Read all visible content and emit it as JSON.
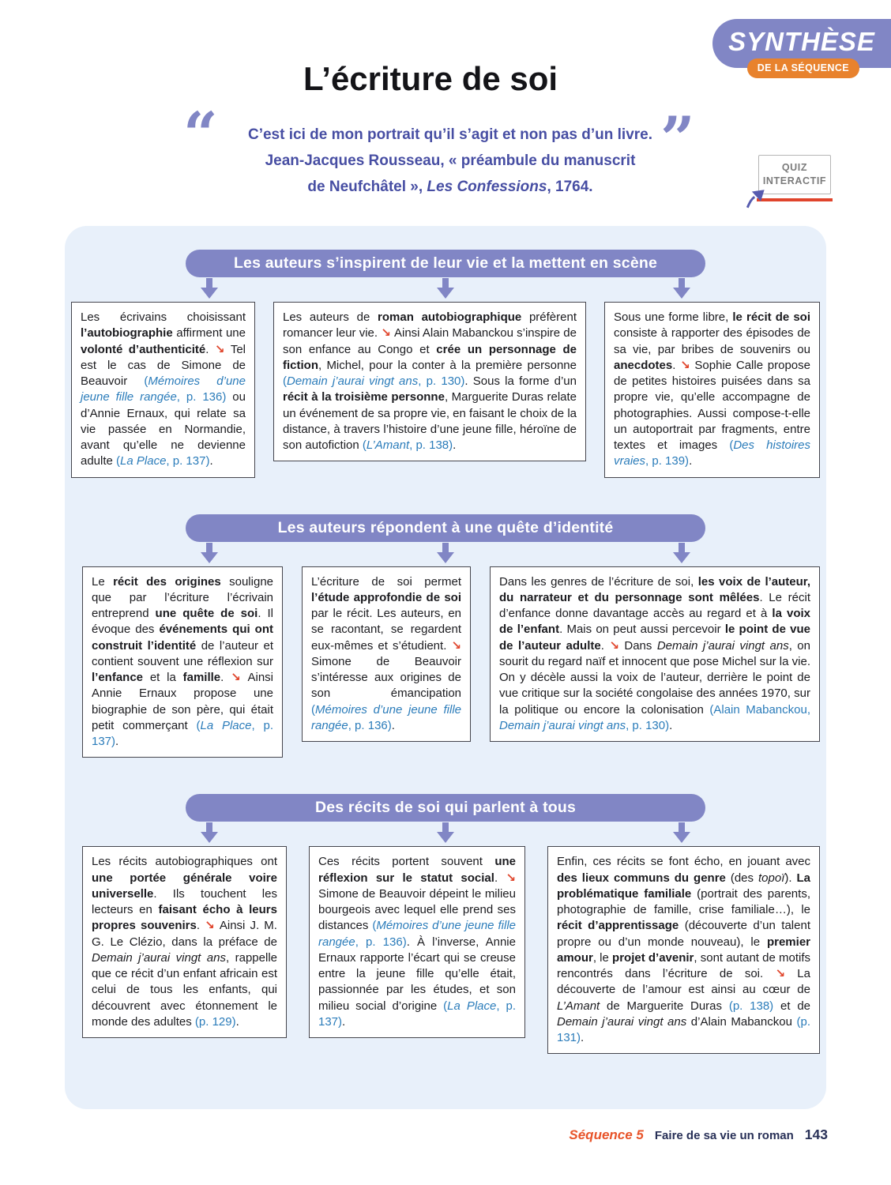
{
  "badge": {
    "title": "SYNTHÈSE",
    "subtitle": "DE LA SÉQUENCE"
  },
  "title": "L’écriture de soi",
  "quote": {
    "open_mark": "“",
    "close_mark": "”",
    "text": "C’est ici de mon portrait qu’il s’agit et non pas d’un livre.",
    "attribution_line1": "Jean-Jacques Rousseau, « préambule du manuscrit",
    "attribution_line2_pre": "de Neufchâtel », ",
    "attribution_work": "Les Confessions",
    "attribution_line2_post": ", 1764."
  },
  "quiz": {
    "label_line1": "QUIZ",
    "label_line2": "INTERACTIF"
  },
  "sections": [
    {
      "header": "Les auteurs s’inspirent de leur vie et la mettent en scène",
      "boxes": [
        {
          "segments": [
            {
              "t": "Les écrivains choisissant ",
              "s": "n"
            },
            {
              "t": "l’autobiographie",
              "s": "b"
            },
            {
              "t": " affirment une ",
              "s": "n"
            },
            {
              "t": "volonté d’authenticité",
              "s": "b"
            },
            {
              "t": ". ",
              "s": "n"
            },
            {
              "t": "↘ ",
              "s": "a"
            },
            {
              "t": "Tel est le cas de Simone de Beauvoir ",
              "s": "n"
            },
            {
              "t": "(",
              "s": "ref"
            },
            {
              "t": "Mémoires d’une jeune fille rangée",
              "s": "refi"
            },
            {
              "t": ", p. 136)",
              "s": "ref"
            },
            {
              "t": " ou d’Annie Ernaux, qui relate sa vie passée en Normandie, avant qu’elle ne devienne adulte ",
              "s": "n"
            },
            {
              "t": "(",
              "s": "ref"
            },
            {
              "t": "La Place",
              "s": "refi"
            },
            {
              "t": ", p. 137)",
              "s": "ref"
            },
            {
              "t": ".",
              "s": "n"
            }
          ]
        },
        {
          "segments": [
            {
              "t": "Les auteurs de ",
              "s": "n"
            },
            {
              "t": "roman autobiographique",
              "s": "b"
            },
            {
              "t": " préfèrent romancer leur vie. ",
              "s": "n"
            },
            {
              "t": "↘ ",
              "s": "a"
            },
            {
              "t": "Ainsi Alain Mabanckou s’inspire de son enfance au Congo et ",
              "s": "n"
            },
            {
              "t": "crée un personnage de fiction",
              "s": "b"
            },
            {
              "t": ", Michel, pour la conter à la première personne ",
              "s": "n"
            },
            {
              "t": "(",
              "s": "ref"
            },
            {
              "t": "Demain j’aurai vingt ans",
              "s": "refi"
            },
            {
              "t": ", p. 130)",
              "s": "ref"
            },
            {
              "t": ". Sous la forme d’un ",
              "s": "n"
            },
            {
              "t": "récit à la troisième personne",
              "s": "b"
            },
            {
              "t": ", Marguerite Duras relate un événement de sa propre vie, en faisant le choix de la distance, à travers l’histoire d’une jeune fille, héroïne de son autofiction ",
              "s": "n"
            },
            {
              "t": "(",
              "s": "ref"
            },
            {
              "t": "L’Amant",
              "s": "refi"
            },
            {
              "t": ", p. 138)",
              "s": "ref"
            },
            {
              "t": ".",
              "s": "n"
            }
          ]
        },
        {
          "segments": [
            {
              "t": "Sous une forme libre, ",
              "s": "n"
            },
            {
              "t": "le récit de soi",
              "s": "b"
            },
            {
              "t": " consiste à rapporter des épisodes de sa vie, par bribes de souvenirs ou ",
              "s": "n"
            },
            {
              "t": "anecdotes",
              "s": "b"
            },
            {
              "t": ". ",
              "s": "n"
            },
            {
              "t": "↘ ",
              "s": "a"
            },
            {
              "t": "Sophie Calle propose de petites histoires puisées dans sa propre vie, qu’elle accompagne de photographies. Aussi compose-t-elle un autoportrait par fragments, entre textes et images ",
              "s": "n"
            },
            {
              "t": "(",
              "s": "ref"
            },
            {
              "t": "Des histoires vraies",
              "s": "refi"
            },
            {
              "t": ", p. 139)",
              "s": "ref"
            },
            {
              "t": ".",
              "s": "n"
            }
          ]
        }
      ]
    },
    {
      "header": "Les auteurs répondent à une quête d’identité",
      "boxes": [
        {
          "segments": [
            {
              "t": "Le ",
              "s": "n"
            },
            {
              "t": "récit des origines",
              "s": "b"
            },
            {
              "t": " souligne que par l’écriture l’écrivain entreprend ",
              "s": "n"
            },
            {
              "t": "une quête de soi",
              "s": "b"
            },
            {
              "t": ". Il évoque des ",
              "s": "n"
            },
            {
              "t": "événements qui ont construit l’identité",
              "s": "b"
            },
            {
              "t": " de l’auteur et contient souvent une réflexion sur ",
              "s": "n"
            },
            {
              "t": "l’enfance",
              "s": "b"
            },
            {
              "t": " et la ",
              "s": "n"
            },
            {
              "t": "famille",
              "s": "b"
            },
            {
              "t": ". ",
              "s": "n"
            },
            {
              "t": "↘ ",
              "s": "a"
            },
            {
              "t": "Ainsi Annie Ernaux propose une biographie de son père, qui était petit commerçant ",
              "s": "n"
            },
            {
              "t": "(",
              "s": "ref"
            },
            {
              "t": "La Place",
              "s": "refi"
            },
            {
              "t": ", p. 137)",
              "s": "ref"
            },
            {
              "t": ".",
              "s": "n"
            }
          ]
        },
        {
          "segments": [
            {
              "t": "L’écriture de soi permet ",
              "s": "n"
            },
            {
              "t": "l’étude approfondie de soi",
              "s": "b"
            },
            {
              "t": " par le récit. Les auteurs, en se racontant, se regardent eux-mêmes et s’étudient. ",
              "s": "n"
            },
            {
              "t": "↘ ",
              "s": "a"
            },
            {
              "t": "Simone de Beauvoir s’intéresse aux origines de son émancipation ",
              "s": "n"
            },
            {
              "t": "(",
              "s": "ref"
            },
            {
              "t": "Mémoires d’une jeune fille rangée",
              "s": "refi"
            },
            {
              "t": ", p. 136)",
              "s": "ref"
            },
            {
              "t": ".",
              "s": "n"
            }
          ]
        },
        {
          "segments": [
            {
              "t": "Dans les genres de l’écriture de soi, ",
              "s": "n"
            },
            {
              "t": "les voix de l’auteur, du narrateur et du personnage sont mêlées",
              "s": "b"
            },
            {
              "t": ". Le récit d’enfance donne davantage accès au regard et à ",
              "s": "n"
            },
            {
              "t": "la voix de l’enfant",
              "s": "b"
            },
            {
              "t": ". Mais on peut aussi percevoir ",
              "s": "n"
            },
            {
              "t": "le point de vue de l’auteur adulte",
              "s": "b"
            },
            {
              "t": ". ",
              "s": "n"
            },
            {
              "t": "↘ ",
              "s": "a"
            },
            {
              "t": "Dans ",
              "s": "n"
            },
            {
              "t": "Demain j’aurai vingt ans",
              "s": "i"
            },
            {
              "t": ", on sourit du regard naïf et innocent que pose Michel sur la vie. On y décèle aussi la voix de l’auteur, derrière le point de vue critique sur la société congolaise des années 1970, sur la politique ou encore la colonisation ",
              "s": "n"
            },
            {
              "t": "(Alain Mabanckou, ",
              "s": "ref"
            },
            {
              "t": "Demain j’aurai vingt ans",
              "s": "refi"
            },
            {
              "t": ", p. 130)",
              "s": "ref"
            },
            {
              "t": ".",
              "s": "n"
            }
          ]
        }
      ]
    },
    {
      "header": "Des récits de soi qui parlent à tous",
      "boxes": [
        {
          "segments": [
            {
              "t": "Les récits autobiographiques ont ",
              "s": "n"
            },
            {
              "t": "une portée générale voire universelle",
              "s": "b"
            },
            {
              "t": ". Ils touchent les lecteurs en ",
              "s": "n"
            },
            {
              "t": "faisant écho à leurs propres souvenirs",
              "s": "b"
            },
            {
              "t": ". ",
              "s": "n"
            },
            {
              "t": "↘ ",
              "s": "a"
            },
            {
              "t": "Ainsi J. M. G. Le Clézio, dans la préface de ",
              "s": "n"
            },
            {
              "t": "Demain j’aurai vingt ans",
              "s": "i"
            },
            {
              "t": ", rappelle que ce récit d’un enfant africain est celui de tous les enfants, qui découvrent avec étonnement le monde des adultes ",
              "s": "n"
            },
            {
              "t": "(p. 129)",
              "s": "ref"
            },
            {
              "t": ".",
              "s": "n"
            }
          ]
        },
        {
          "segments": [
            {
              "t": "Ces récits portent souvent ",
              "s": "n"
            },
            {
              "t": "une réflexion sur le statut social",
              "s": "b"
            },
            {
              "t": ". ",
              "s": "n"
            },
            {
              "t": "↘ ",
              "s": "a"
            },
            {
              "t": "Simone de Beauvoir dépeint le milieu bourgeois avec lequel elle prend ses distances ",
              "s": "n"
            },
            {
              "t": "(",
              "s": "ref"
            },
            {
              "t": "Mémoires d’une jeune fille rangée",
              "s": "refi"
            },
            {
              "t": ", p. 136)",
              "s": "ref"
            },
            {
              "t": ". À l’inverse, Annie Ernaux rapporte l’écart qui se creuse entre la jeune fille qu’elle était, passionnée par les études, et son milieu social d’origine ",
              "s": "n"
            },
            {
              "t": "(",
              "s": "ref"
            },
            {
              "t": "La Place",
              "s": "refi"
            },
            {
              "t": ", p. 137)",
              "s": "ref"
            },
            {
              "t": ".",
              "s": "n"
            }
          ]
        },
        {
          "segments": [
            {
              "t": "Enfin, ces récits se font écho, en jouant avec ",
              "s": "n"
            },
            {
              "t": "des lieux communs du genre",
              "s": "b"
            },
            {
              "t": " (des ",
              "s": "n"
            },
            {
              "t": "topoï",
              "s": "i"
            },
            {
              "t": "). ",
              "s": "n"
            },
            {
              "t": "La problématique familiale",
              "s": "b"
            },
            {
              "t": " (portrait des parents, photographie de famille, crise familiale…), le ",
              "s": "n"
            },
            {
              "t": "récit d’apprentissage",
              "s": "b"
            },
            {
              "t": " (découverte d’un talent propre ou d’un monde nouveau), le ",
              "s": "n"
            },
            {
              "t": "premier amour",
              "s": "b"
            },
            {
              "t": ", le ",
              "s": "n"
            },
            {
              "t": "projet d’avenir",
              "s": "b"
            },
            {
              "t": ", sont autant de motifs rencontrés dans l’écriture de soi. ",
              "s": "n"
            },
            {
              "t": "↘ ",
              "s": "a"
            },
            {
              "t": "La découverte de l’amour est ainsi au cœur de ",
              "s": "n"
            },
            {
              "t": "L’Amant",
              "s": "i"
            },
            {
              "t": " de Marguerite Duras ",
              "s": "n"
            },
            {
              "t": "(p. 138)",
              "s": "ref"
            },
            {
              "t": " et de ",
              "s": "n"
            },
            {
              "t": "Demain j’aurai vingt ans",
              "s": "i"
            },
            {
              "t": " d’Alain Mabanckou ",
              "s": "n"
            },
            {
              "t": "(p. 131)",
              "s": "ref"
            },
            {
              "t": ".",
              "s": "n"
            }
          ]
        }
      ]
    }
  ],
  "footer": {
    "sequence": "Séquence 5",
    "chapter": "Faire de sa vie un roman",
    "page": "143"
  },
  "colors": {
    "purple": "#8186c5",
    "orange": "#e8822d",
    "panel_blue": "#e8f0fa",
    "quote_purple": "#474ea3",
    "ref_blue": "#2b7cba",
    "arrow_red": "#e0452c",
    "footer_orange": "#e8542a",
    "footer_navy": "#283057"
  }
}
